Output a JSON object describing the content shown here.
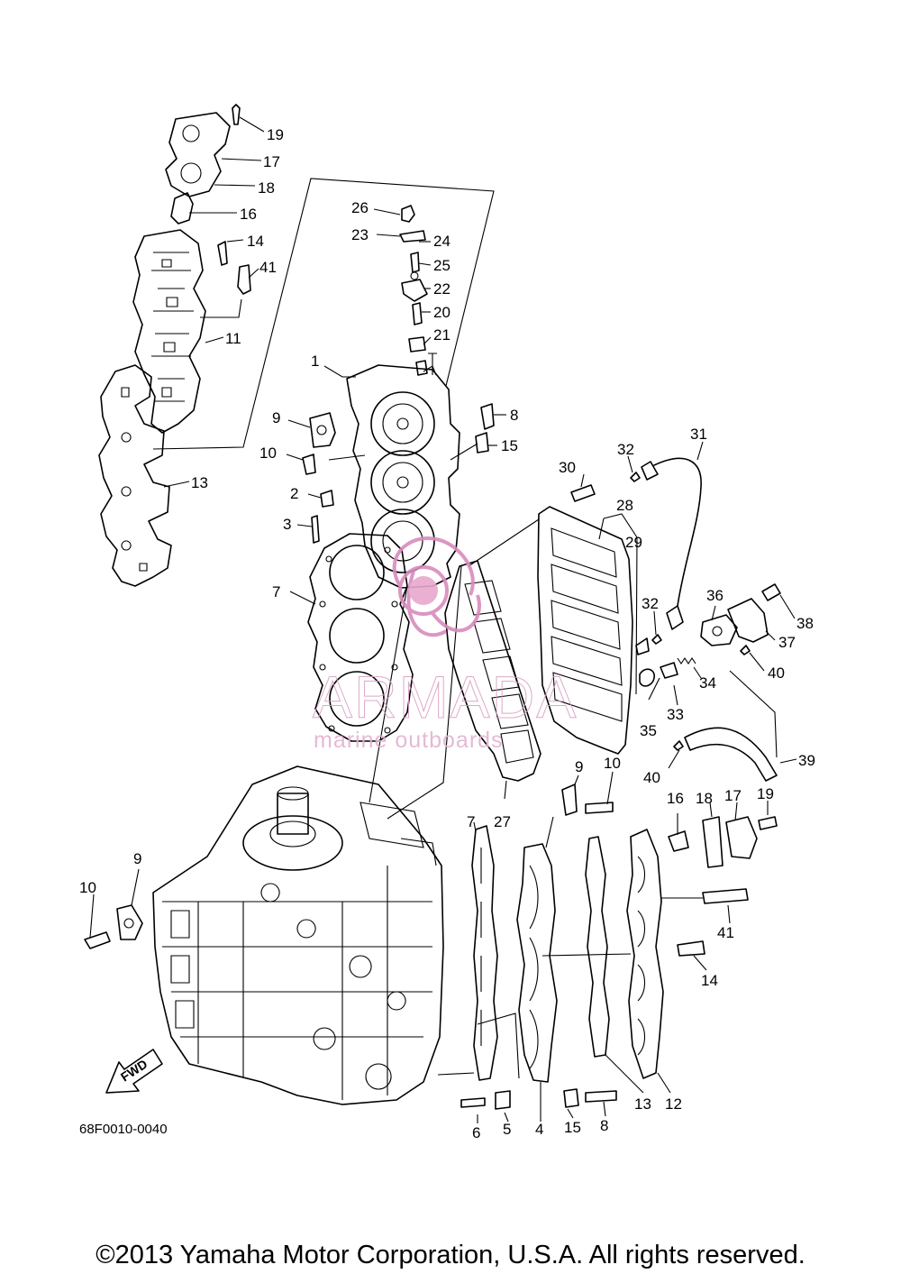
{
  "diagram": {
    "code": "68F0010-0040",
    "fwd_label": "FWD",
    "watermark": {
      "title": "ARMADA",
      "subtitle": "marine outboards",
      "color": "#d98bbd"
    },
    "labels": [
      "1",
      "2",
      "3",
      "4",
      "5",
      "6",
      "7",
      "8",
      "9",
      "10",
      "11",
      "12",
      "13",
      "14",
      "15",
      "16",
      "17",
      "18",
      "19",
      "20",
      "21",
      "22",
      "23",
      "24",
      "25",
      "26",
      "27",
      "28",
      "29",
      "30",
      "31",
      "32",
      "33",
      "34",
      "35",
      "36",
      "37",
      "38",
      "39",
      "40",
      "41"
    ]
  },
  "footer": {
    "copyright": "©2013 Yamaha Motor Corporation, U.S.A. All rights reserved."
  }
}
